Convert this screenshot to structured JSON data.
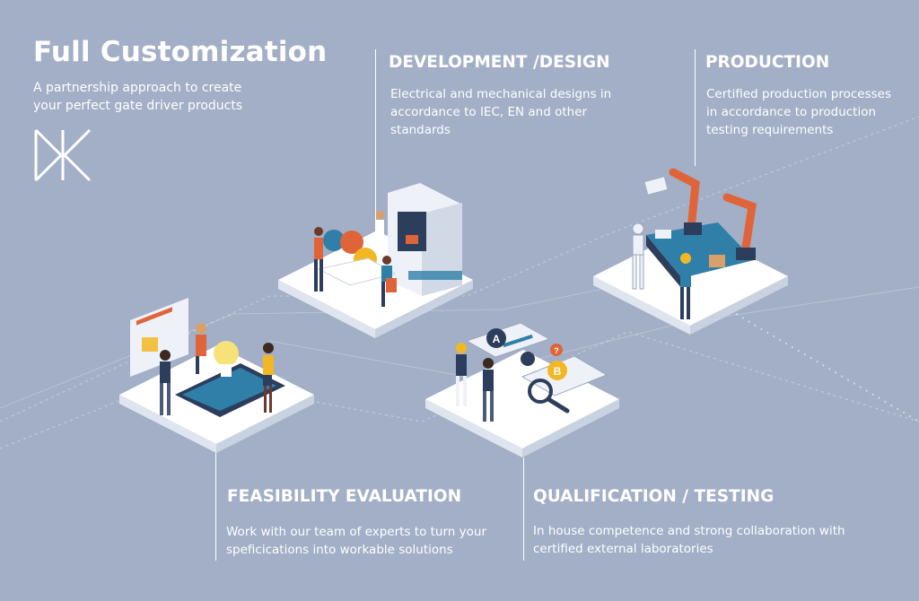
{
  "header": {
    "title": "Full Customization",
    "subtitle": "A partnership approach to create your perfect gate driver products"
  },
  "logo": {
    "icon": "dk-monogram-logo"
  },
  "stages": {
    "development": {
      "heading": "DEVELOPMENT /DESIGN",
      "description": "Electrical and mechanical designs in accordance to IEC, EN and other standards"
    },
    "production": {
      "heading": "PRODUCTION",
      "description": "Certified production processes in accordance to production testing requirements"
    },
    "feasibility": {
      "heading": "FEASIBILITY EVALUATION",
      "description": "Work with our team of experts to turn your speficications into workable solutions"
    },
    "qualification": {
      "heading": "QUALIFICATION / TESTING",
      "description": "In house competence and strong collaboration with certified external laboratories"
    }
  },
  "illustration": {
    "badges": [
      "A",
      "B",
      "?"
    ]
  },
  "colors": {
    "background": "#a2afc6",
    "accent_orange": "#e0643a",
    "accent_yellow": "#f2b824",
    "accent_blue": "#2f7fa8",
    "dark_blue": "#2c3e5c"
  }
}
